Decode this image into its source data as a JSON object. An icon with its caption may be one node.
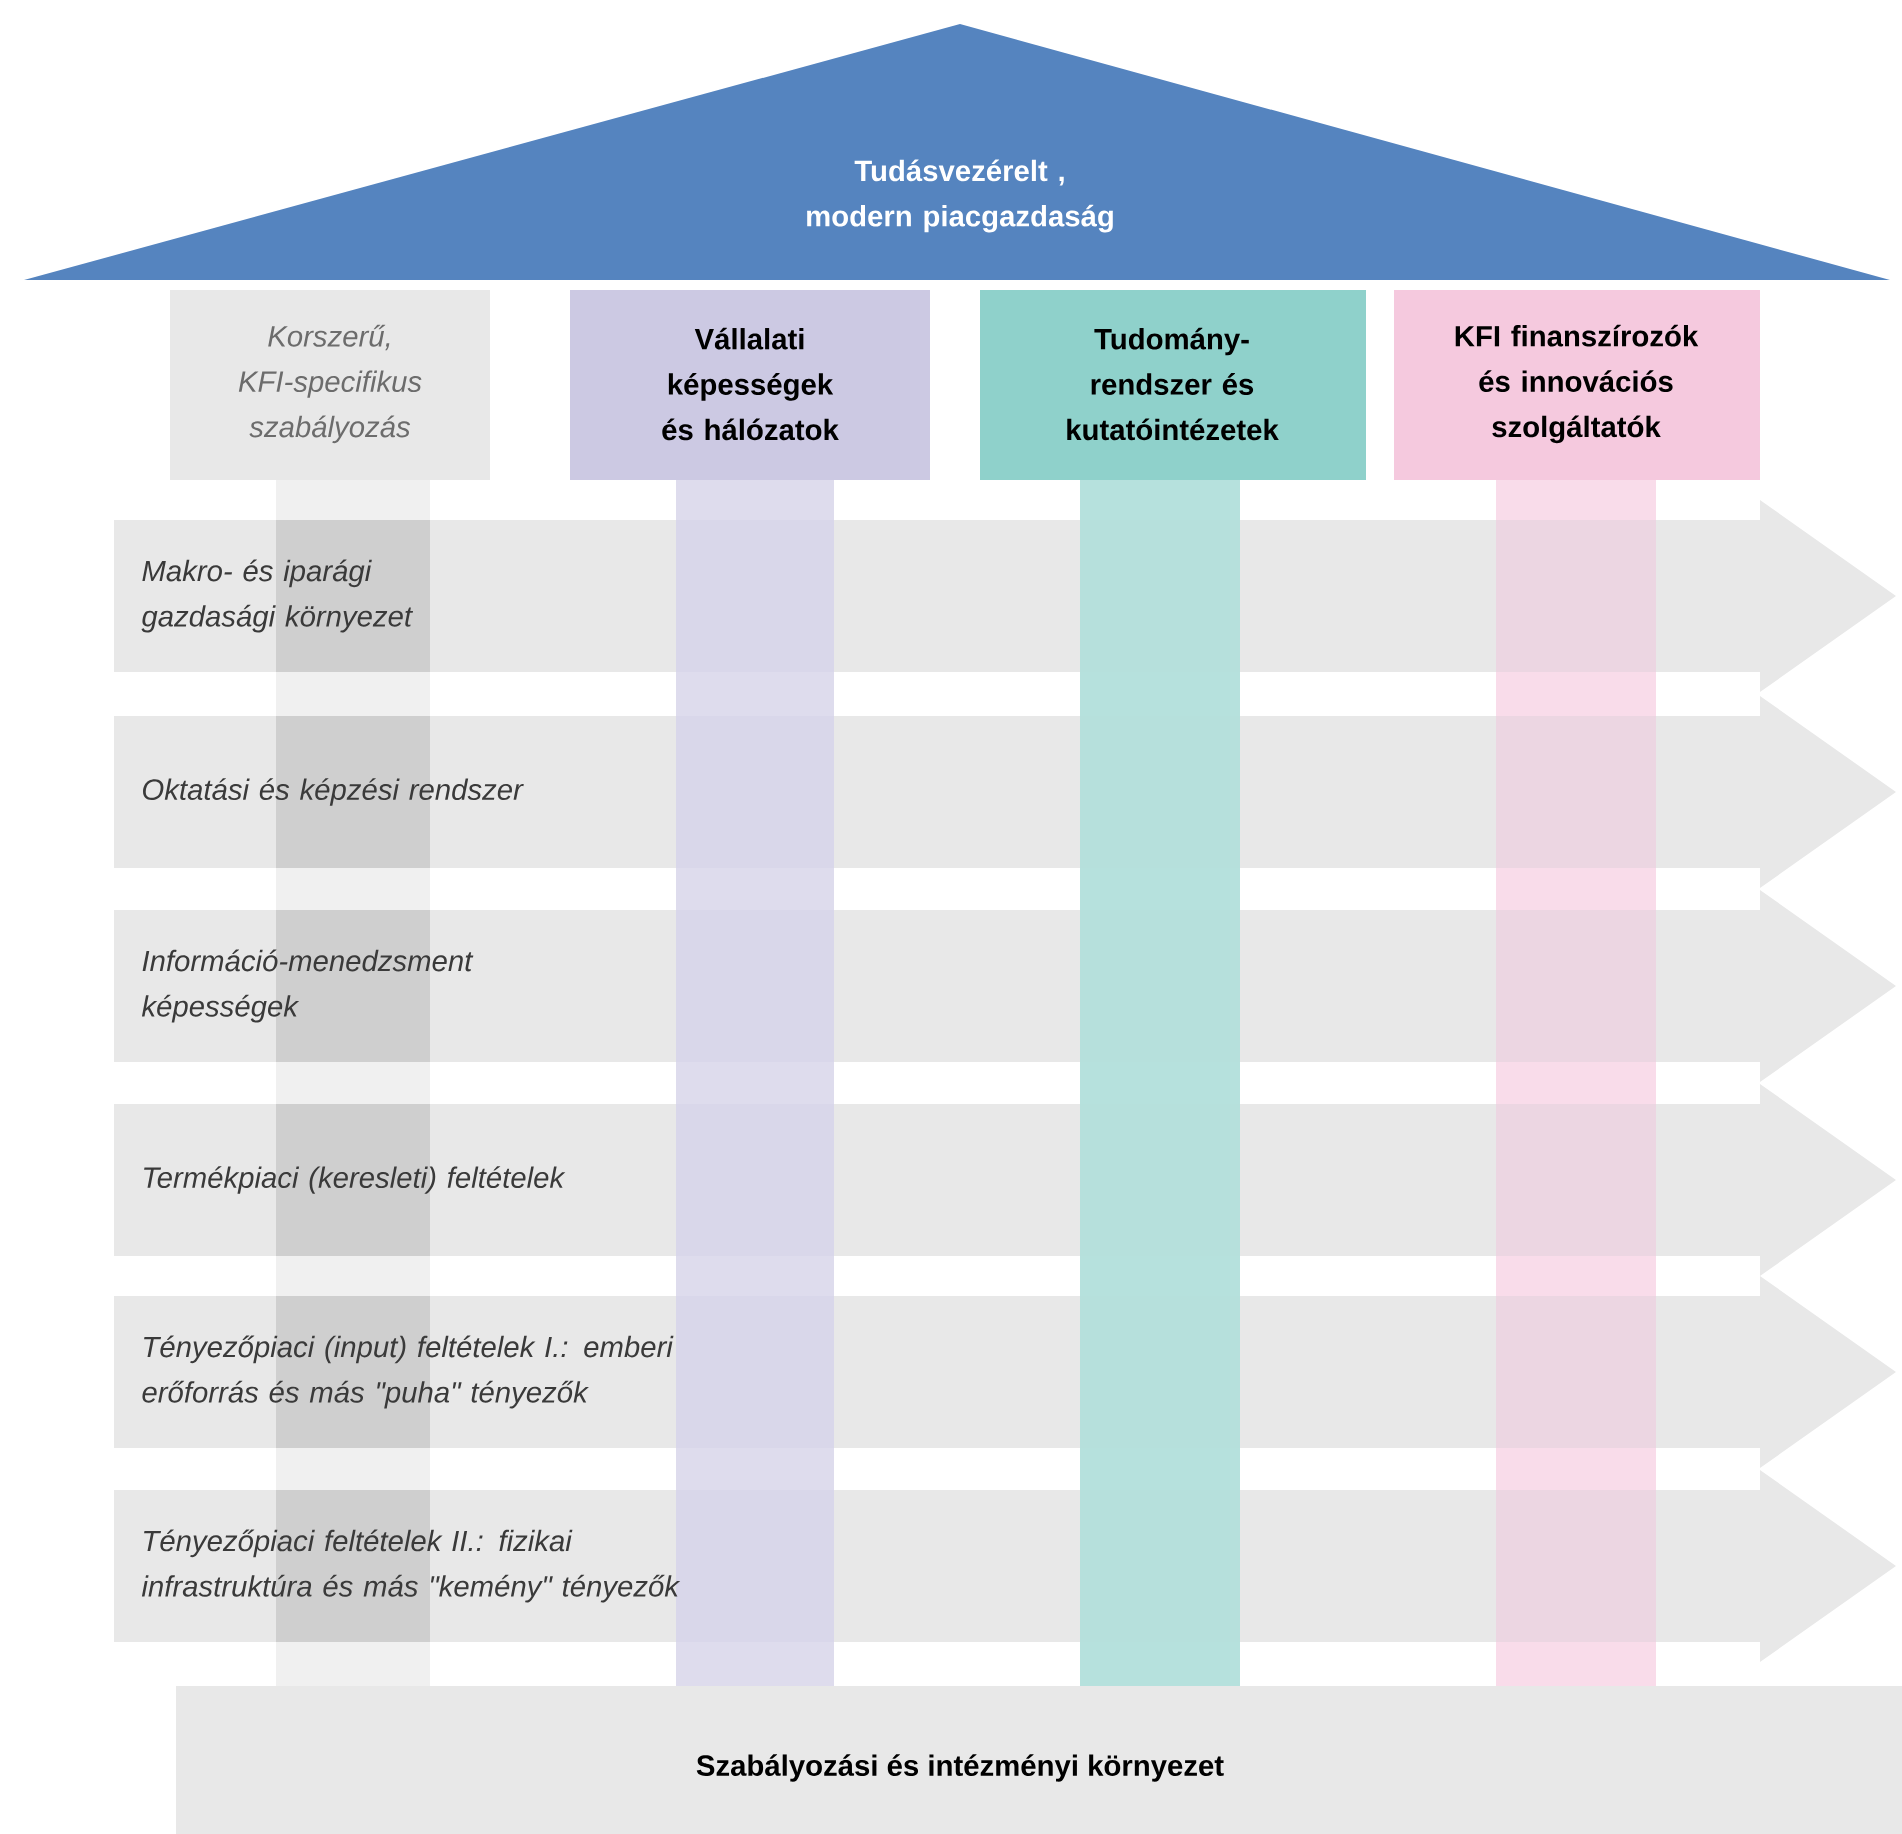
{
  "diagram": {
    "nodes": [
      {
        "text": [
          "Tudásvezérelt , modern piacgazdaság"
        ]
      },
      {
        "text": [
          "Korszerű, KFI-specifikus szabályozás"
        ]
      },
      {
        "text": [
          "Vállalati képességek és hálózatok"
        ]
      },
      {
        "text": [
          "Tudomány-rendszer és kutatóintézetek"
        ]
      },
      {
        "text": [
          "KFI finanszírozók és innovációs szolgáltatók"
        ]
      },
      {
        "text": [
          "Makro- és iparági gazdasági környezet"
        ]
      },
      {
        "text": [
          "Oktatási és képzési rendszer"
        ]
      },
      {
        "text": [
          "Információ-menedzsment képességek"
        ]
      },
      {
        "text": [
          "Termékpiaci (keresleti) feltételek"
        ]
      },
      {
        "text": [
          "Tényezőpiaci (input) feltételek I.: emberi erőforrás és más \"puha\" tényezők"
        ]
      },
      {
        "text": [
          "Tényezőpiaci feltételek II.: fizikai infrastruktúra és más \"kemény\" tényezők"
        ]
      },
      {
        "text": [
          "Szabályozási és intézményi környezet"
        ]
      }
    ]
  }
}
